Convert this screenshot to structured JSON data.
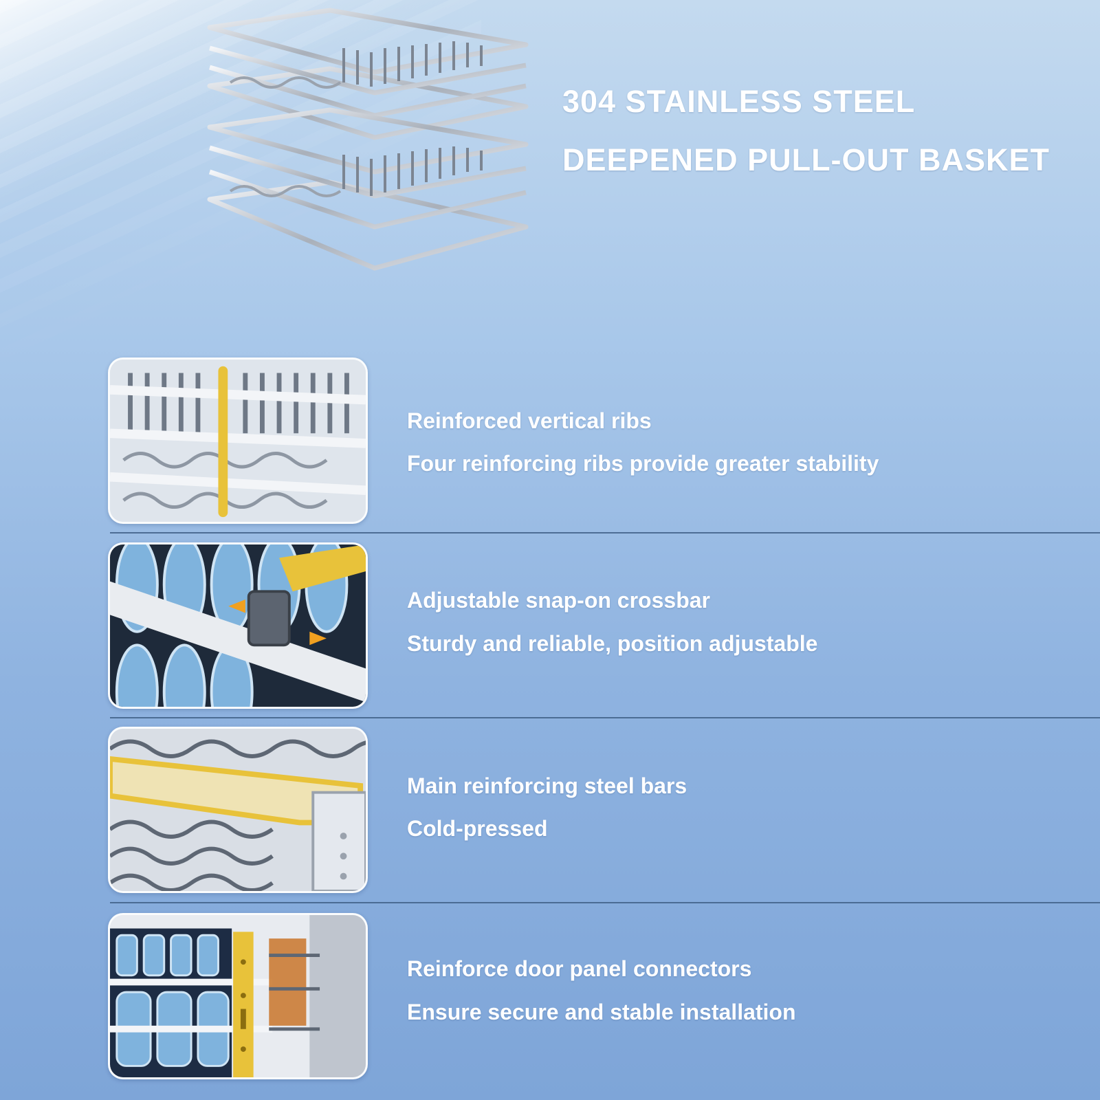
{
  "headline": {
    "line1": "304 STAINLESS STEEL",
    "line2": "DEEPENED PULL-OUT BASKET"
  },
  "features": [
    {
      "title": "Reinforced vertical ribs",
      "subtitle": "Four reinforcing ribs provide greater stability",
      "image_icon": "vertical-ribs-closeup"
    },
    {
      "title": "Adjustable snap-on crossbar",
      "subtitle": "Sturdy and reliable, position adjustable",
      "image_icon": "crossbar-clip-closeup"
    },
    {
      "title": "Main reinforcing steel bars",
      "subtitle": "Cold-pressed",
      "image_icon": "steel-bars-closeup"
    },
    {
      "title": "Reinforce door panel connectors",
      "subtitle": "Ensure secure and stable installation",
      "image_icon": "door-connector-closeup"
    }
  ],
  "colors": {
    "highlight_gold": "#e8c23a",
    "steel": "#c9ced6",
    "plate_blue": "#7fb3dd",
    "divider": "#3f5f86"
  }
}
